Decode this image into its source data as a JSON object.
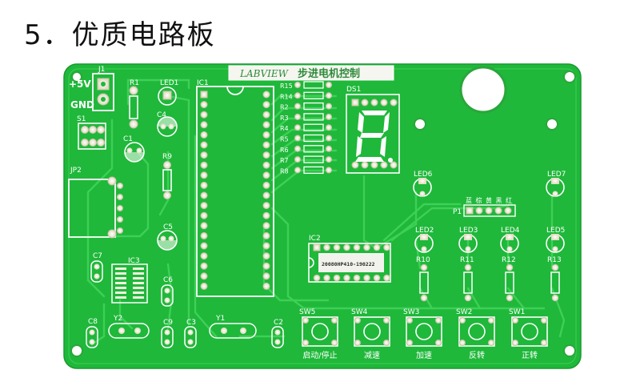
{
  "title": "5．优质电路板",
  "board": {
    "banner": {
      "latin": "LABVIEW",
      "cn": "步进电机控制"
    },
    "power": {
      "j1": "J1",
      "plus5v": "+5V",
      "gnd": "GND",
      "s1": "S1"
    },
    "parts": {
      "r1": "R1",
      "led1": "LED1",
      "c4": "C4",
      "c1": "C1",
      "r9": "R9",
      "jp2": "JP2",
      "c5": "C5",
      "c7": "C7",
      "ic3": "IC3",
      "c6": "C6",
      "c8": "C8",
      "y2": "Y2",
      "c9": "C9",
      "c3": "C3",
      "y1": "Y1",
      "c2": "C2",
      "ic1": "IC1",
      "ic2": "IC2",
      "ic2_marking": "20080HP410-190222",
      "ds1": "DS1",
      "p1": "P1",
      "led6": "LED6",
      "led7": "LED7",
      "led2": "LED2",
      "led3": "LED3",
      "led4": "LED4",
      "led5": "LED5",
      "r10": "R10",
      "r11": "R11",
      "r12": "R12",
      "r13": "R13"
    },
    "resistor_bank": [
      "R15",
      "R14",
      "R2",
      "R3",
      "R4",
      "R5",
      "R6",
      "R7",
      "R8"
    ],
    "p1_colors": [
      "蓝",
      "棕",
      "黄",
      "黑",
      "红"
    ],
    "switches": [
      {
        "ref": "SW5",
        "label": "启动/停止"
      },
      {
        "ref": "SW4",
        "label": "减速"
      },
      {
        "ref": "SW3",
        "label": "加速"
      },
      {
        "ref": "SW2",
        "label": "反转"
      },
      {
        "ref": "SW1",
        "label": "正转"
      }
    ],
    "colors": {
      "board": "#1fb83a",
      "copper": "#2ed147",
      "pad": "#e8e2c8",
      "silk": "#ffffff"
    }
  }
}
